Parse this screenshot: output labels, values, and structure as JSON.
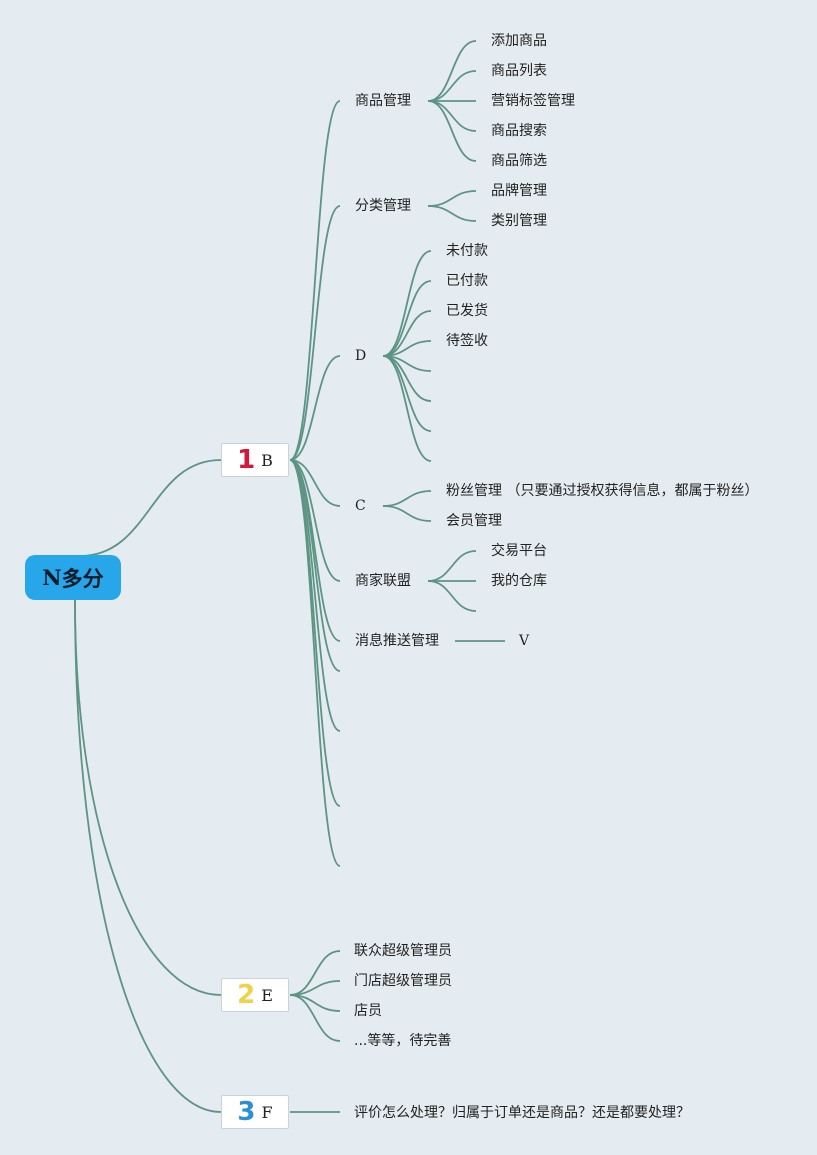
{
  "colors": {
    "background": "#e4ecf1",
    "line": "#5d9484",
    "root_fill": "#27a6ea",
    "num1": "#d2193a",
    "num2": "#f0d24a",
    "num3": "#2a8fd6"
  },
  "root": {
    "prefix": "N",
    "label": "多分"
  },
  "branches": [
    {
      "number": "1",
      "label": "B",
      "children": [
        {
          "label": "商品管理",
          "children": [
            "添加商品",
            "商品列表",
            "营销标签管理",
            "商品搜索",
            "商品筛选"
          ]
        },
        {
          "label": "分类管理",
          "children": [
            "品牌管理",
            "类别管理"
          ]
        },
        {
          "label": "D",
          "children": [
            "未付款",
            "已付款",
            "已发货",
            "待签收",
            "",
            "",
            "",
            ""
          ]
        },
        {
          "label": "C",
          "children": [
            "粉丝管理 （只要通过授权获得信息，都属于粉丝）",
            "会员管理"
          ]
        },
        {
          "label": "商家联盟",
          "children": [
            "交易平台",
            "我的仓库",
            ""
          ]
        },
        {
          "label": "消息推送管理",
          "children": [
            "V"
          ]
        },
        {
          "label": ""
        },
        {
          "label": ""
        },
        {
          "label": ""
        },
        {
          "label": ""
        }
      ]
    },
    {
      "number": "2",
      "label": "E",
      "children": [
        "联众超级管理员",
        "门店超级管理员",
        "店员",
        "...等等，待完善"
      ]
    },
    {
      "number": "3",
      "label": "F",
      "children": [
        "评价怎么处理？归属于订单还是商品？还是都要处理？"
      ]
    }
  ]
}
